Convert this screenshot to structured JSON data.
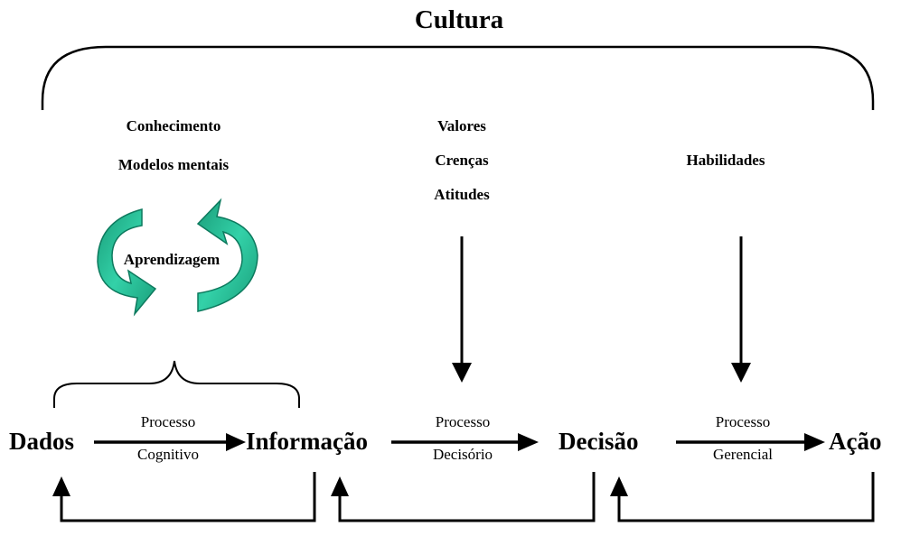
{
  "title": "Cultura",
  "left_group": {
    "line1": "Conhecimento",
    "line2": "Modelos mentais"
  },
  "middle_group": {
    "line1": "Valores",
    "line2": "Crenças",
    "line3": "Atitudes"
  },
  "right_group": {
    "line1": "Habilidades"
  },
  "cycle_label": "Aprendizagem",
  "nodes": {
    "dados": "Dados",
    "informacao": "Informação",
    "decisao": "Decisão",
    "acao": "Ação"
  },
  "processes": {
    "cognitivo": {
      "line1": "Processo",
      "line2": "Cognitivo"
    },
    "decisorio": {
      "line1": "Processo",
      "line2": "Decisório"
    },
    "gerencial": {
      "line1": "Processo",
      "line2": "Gerencial"
    }
  },
  "colors": {
    "cycle_arrow_fill": "#2cc9a0",
    "cycle_arrow_stroke": "#0d7a5e",
    "line": "#000000"
  }
}
